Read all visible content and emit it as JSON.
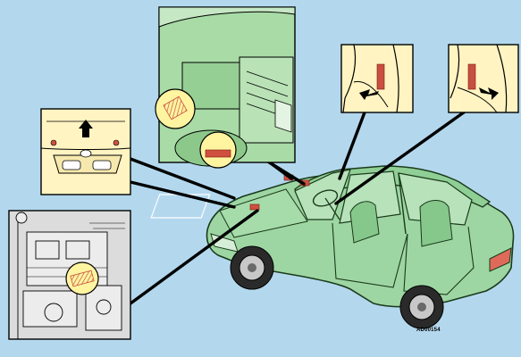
{
  "figure": {
    "code": "AD00154",
    "background": "#b3d8ee",
    "car_color": "#9ed6a3",
    "detail_panel_color": "#fff4c2",
    "engine_panel_color": "#a8dba6",
    "warning_label_color": "#d05040"
  },
  "callouts": [
    {
      "subject": "hood-release-arrow"
    },
    {
      "subject": "engine-bay-labels"
    },
    {
      "subject": "door-frame-label-left"
    },
    {
      "subject": "door-frame-label-right"
    },
    {
      "subject": "engine-side-label"
    }
  ]
}
